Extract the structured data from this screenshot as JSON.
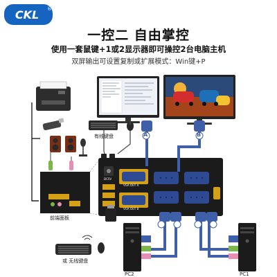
{
  "brand": {
    "logo_text": "CKL",
    "registered_mark": "®"
  },
  "headline": "一控二 自由掌控",
  "subtitle": "使用一套鼠键+1或2显示器即可操控2台电脑主机",
  "tagline": "双屏输出可设置复制或扩展模式：Win键+P",
  "faint_text": "",
  "labels": {
    "wired_kb": "有线键盘",
    "front_panel": "前端面板",
    "wireless_kb": "或 无线键盘",
    "pc2": "PC2",
    "pc1": "PC1"
  },
  "device_labels": {
    "vga_out_a": "VGA OUT A",
    "vga_out_b": "VGA OUT B",
    "dc5v": "DC5V",
    "cable_tag_a": "A",
    "cable_tag_b": "B"
  },
  "colors": {
    "brand_blue": "#1565c0",
    "device_black": "#1b1b1b",
    "connector_blue": "#3f5fa8",
    "port_gold": "#d4a017",
    "audio_green": "#7ab648",
    "audio_pink": "#e58fb7"
  }
}
